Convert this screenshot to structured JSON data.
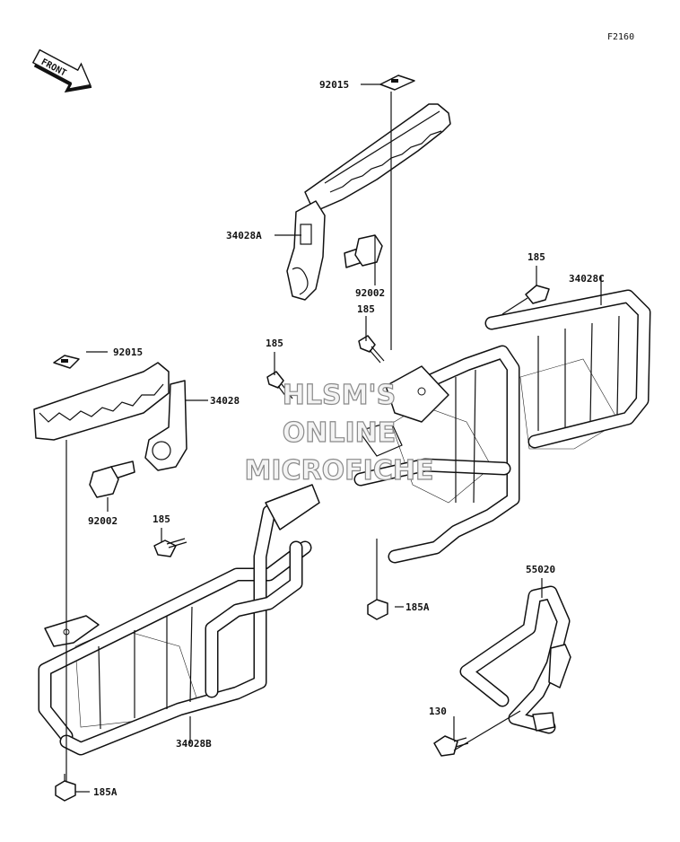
{
  "figure_code": "F2160",
  "front_arrow": {
    "label": "FRONT",
    "icon": "front-direction-arrow-icon"
  },
  "watermark": {
    "line1": "HLSM'S",
    "line2": "ONLINE",
    "line3": "MICROFICHE"
  },
  "parts": {
    "p92015_top": "92015",
    "p34028A": "34028A",
    "p92002_right": "92002",
    "p185_upper_mid": "185",
    "p185_left_mid": "185",
    "p185_right_top": "185",
    "p34028C": "34028C",
    "p92015_left": "92015",
    "p34028": "34028",
    "p92002_left": "92002",
    "p185_low_left": "185",
    "p185A_mid": "185A",
    "p55020": "55020",
    "p130": "130",
    "p34028B": "34028B",
    "p185A_bottom": "185A"
  }
}
